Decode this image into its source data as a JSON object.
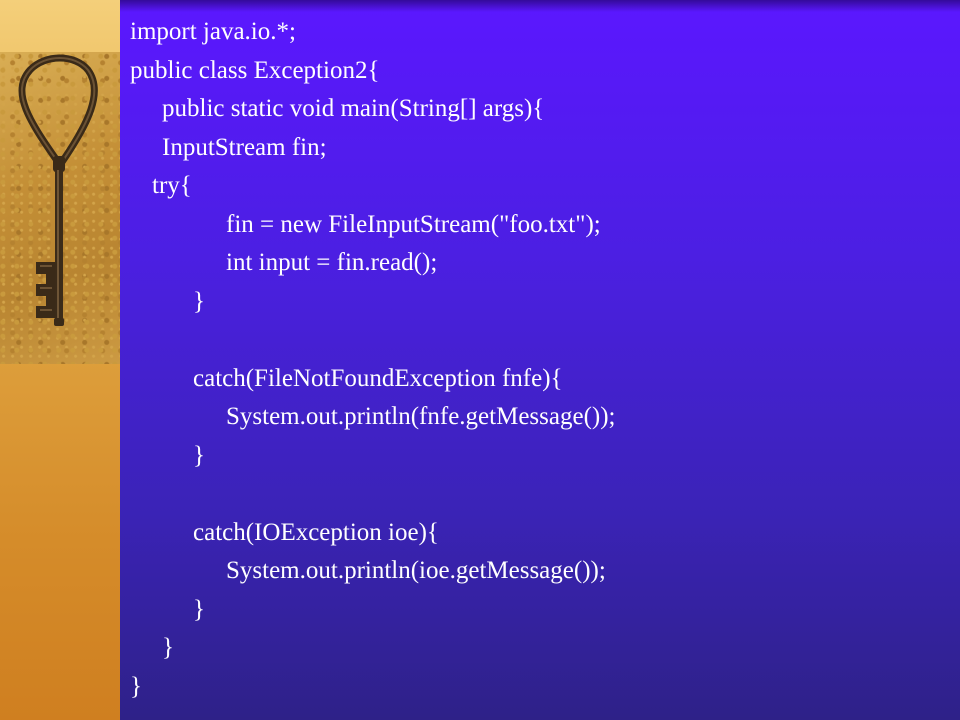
{
  "slide": {
    "code_lines": [
      "import java.io.*;",
      "public class Exception2{",
      "public static void main(String[] args){",
      "InputStream fin;",
      "try{",
      "fin = new FileInputStream(\"foo.txt\");",
      "int input = fin.read();",
      "}",
      "",
      "catch(FileNotFoundException fnfe){",
      "System.out.println(fnfe.getMessage());",
      "}",
      "",
      "catch(IOException ioe){",
      "System.out.println(ioe.getMessage());",
      "}",
      "}",
      "}"
    ]
  },
  "colors": {
    "main_top": "#5b17ff",
    "main_bottom": "#2e2188",
    "side_panel": "#e9b552",
    "code_text": "#ffffff"
  },
  "icons": {
    "side_image": "antique-key-icon"
  }
}
